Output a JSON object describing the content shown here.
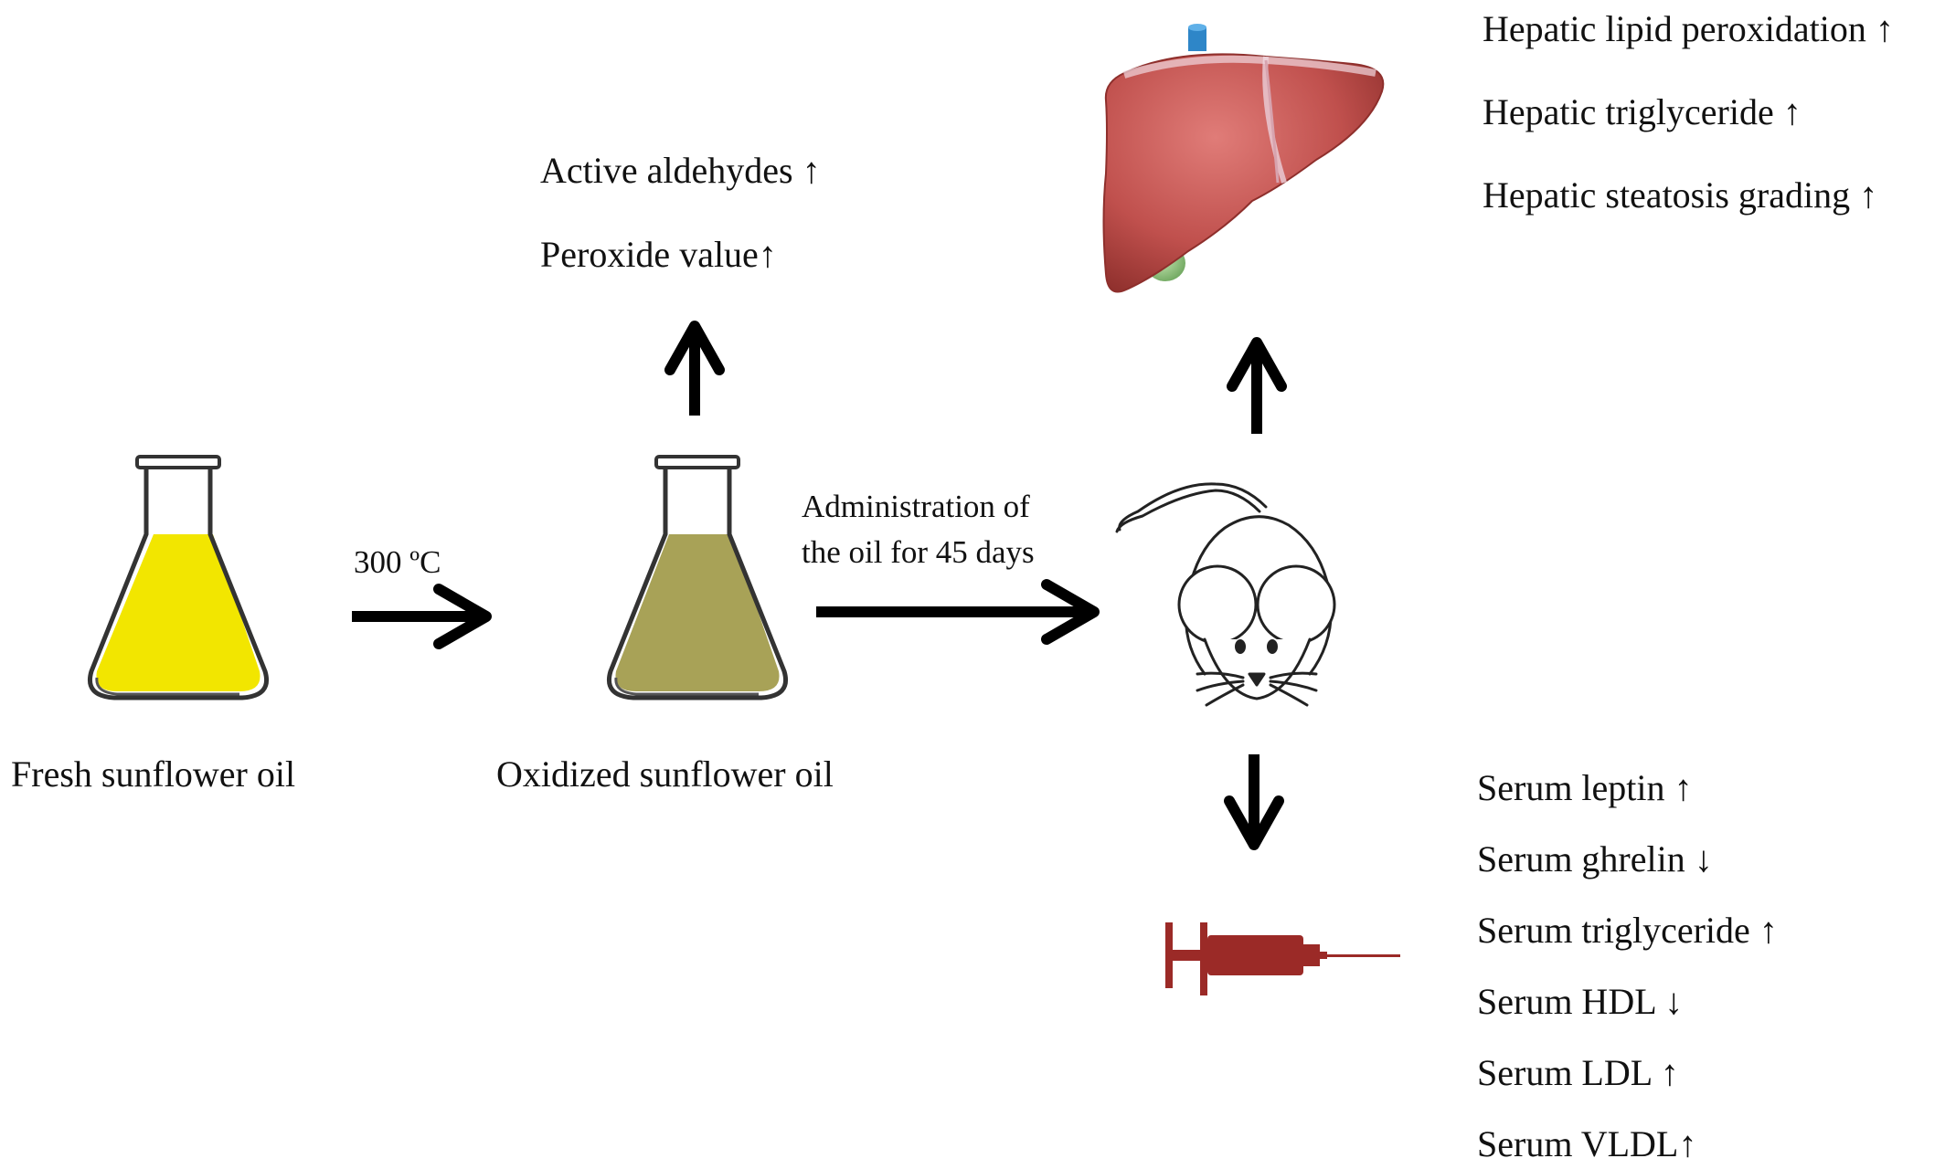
{
  "flasks": {
    "fresh": {
      "label": "Fresh sunflower oil",
      "oil_color": "#f2e600"
    },
    "oxidized": {
      "label": "Oxidized sunflower oil",
      "oil_color": "#a8a257"
    }
  },
  "heating": {
    "label": "300 ºC"
  },
  "administration": {
    "line1": "Administration of",
    "line2": "the oil for 45 days"
  },
  "oil_outcomes": [
    "Active aldehydes ↑",
    "Peroxide value↑"
  ],
  "liver_outcomes": [
    "Hepatic lipid peroxidation ↑",
    "Hepatic triglyceride ↑",
    "Hepatic steatosis grading ↑"
  ],
  "serum_outcomes": [
    "Serum leptin ↑",
    "Serum ghrelin ↓",
    "Serum triglyceride ↑",
    "Serum HDL ↓",
    "Serum LDL ↑",
    "Serum VLDL↑"
  ],
  "icons": [
    "erlenmeyer-flask-icon",
    "liver-icon",
    "mouse-icon",
    "syringe-icon",
    "arrow-icon"
  ],
  "colors": {
    "liver": "#c0504d",
    "syringe": "#9b2a27",
    "gallbladder": "#7fbf6a",
    "vessel": "#2e86c8",
    "arrow": "#000000"
  }
}
